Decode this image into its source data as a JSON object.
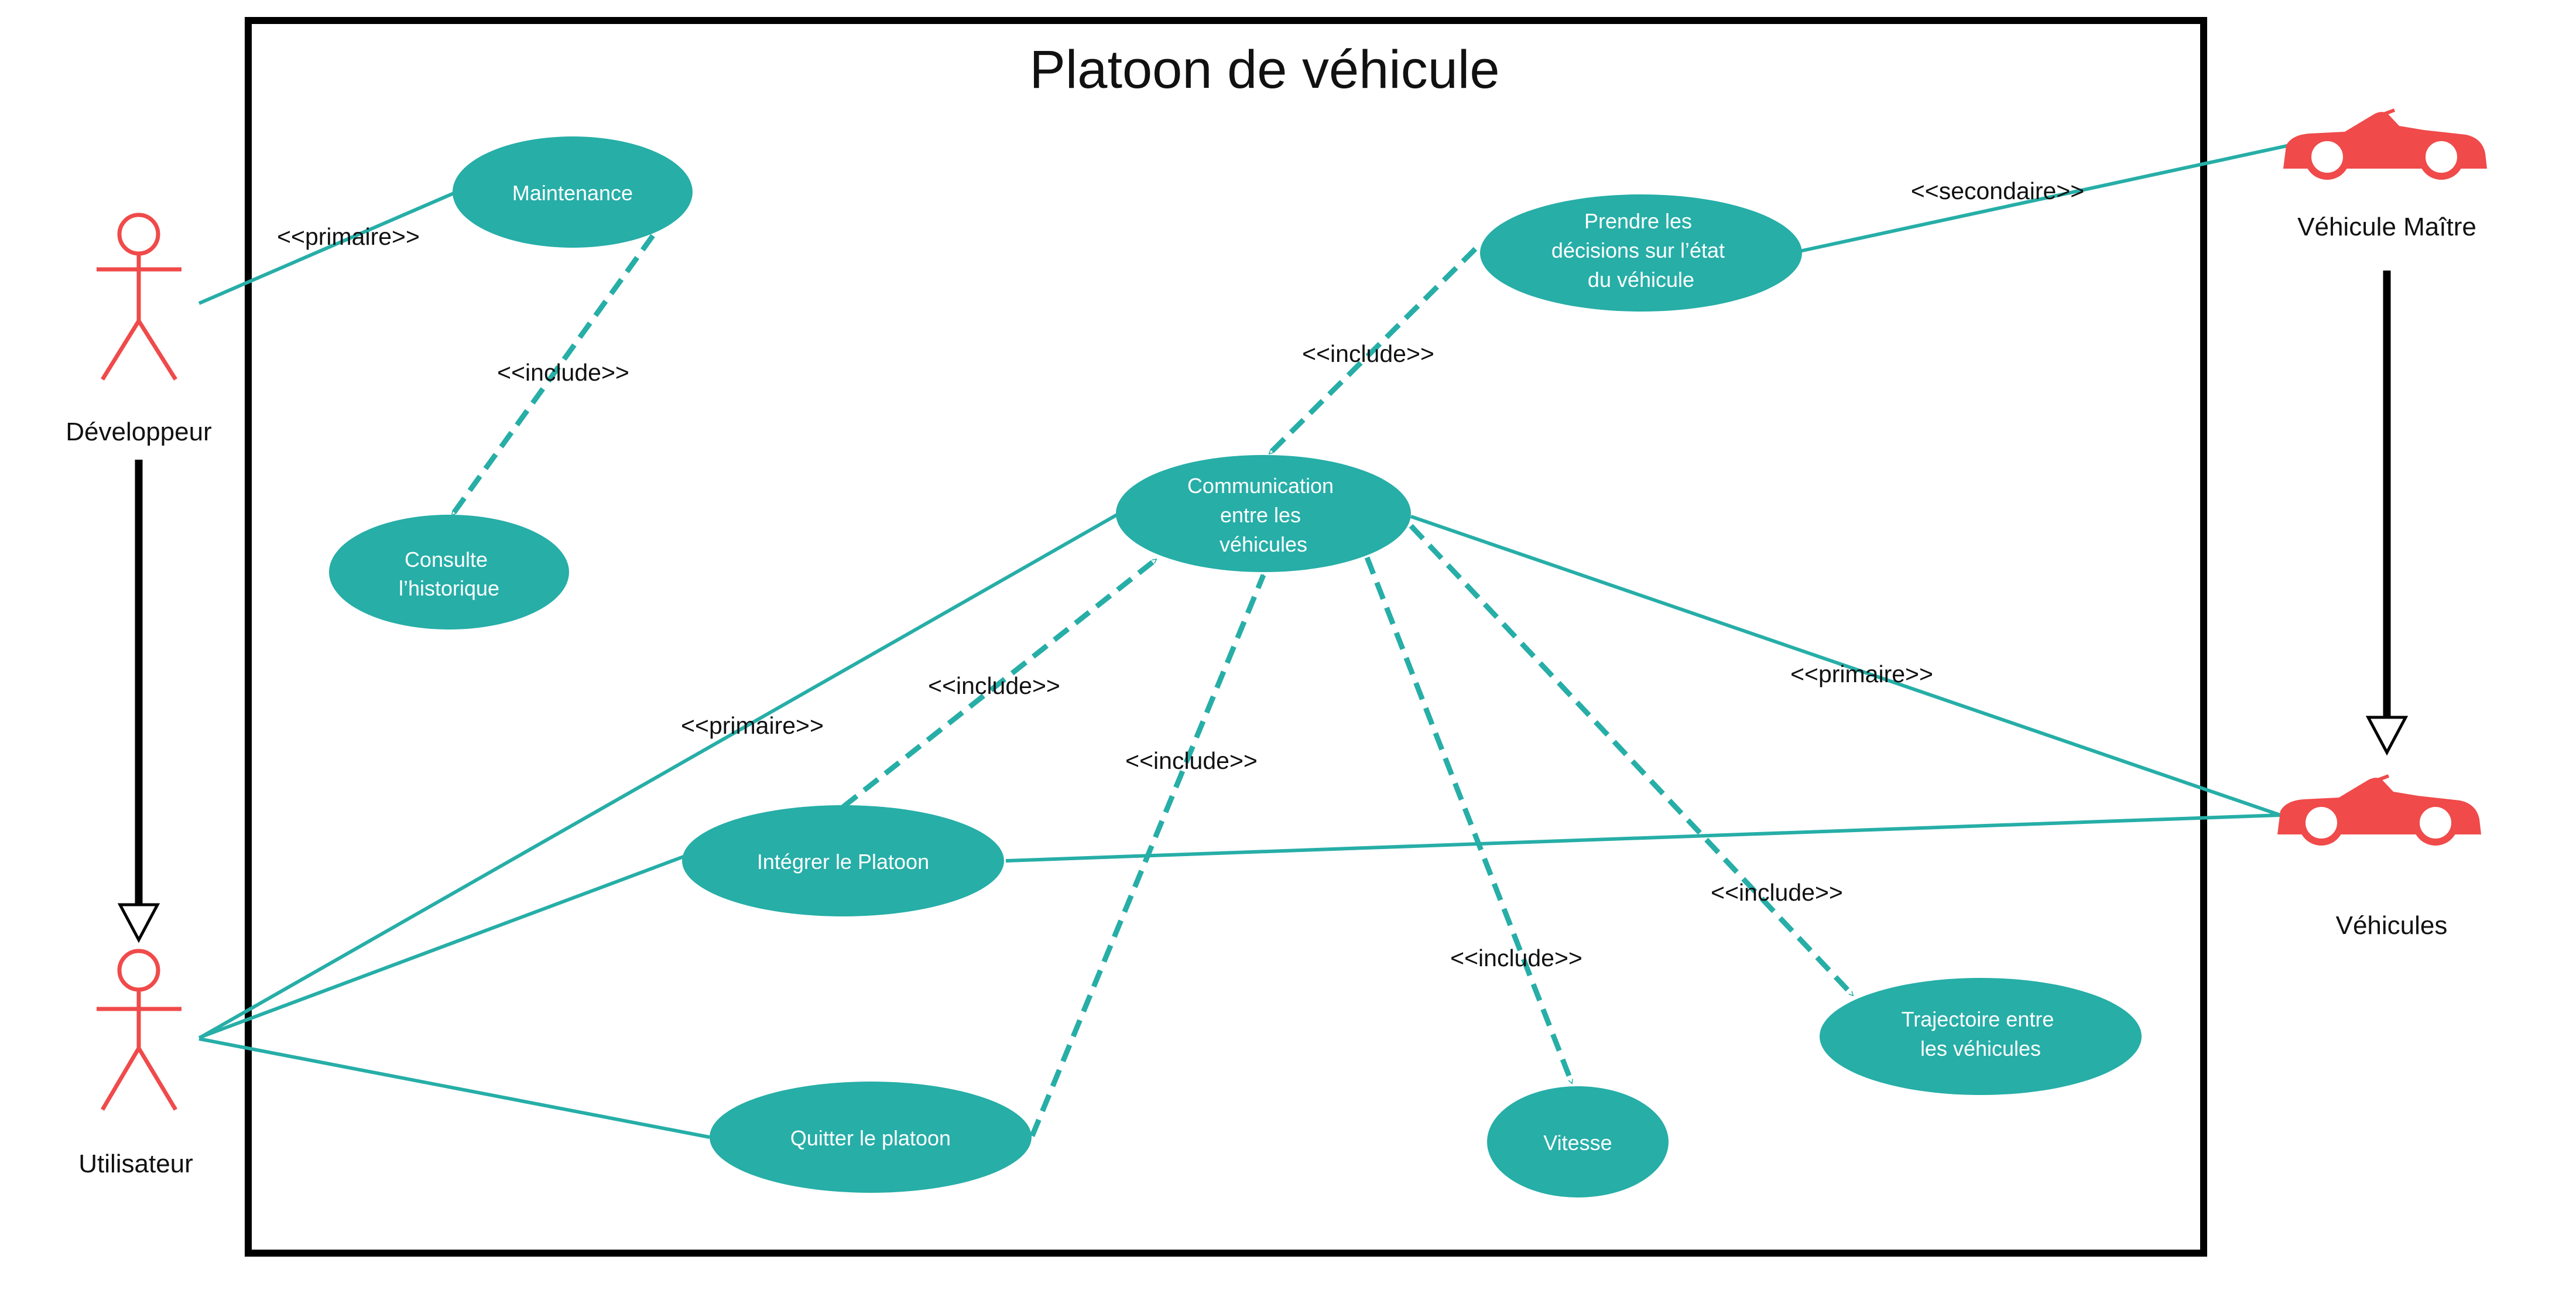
{
  "title": "Platoon de véhicule",
  "colors": {
    "usecase": "#26aea7",
    "actor": "#f04a4a",
    "boundary": "#000000",
    "text": "#111111"
  },
  "actors": {
    "developer": "Développeur",
    "user": "Utilisateur",
    "master_vehicle": "Véhicule Maître",
    "vehicles": "Véhicules"
  },
  "usecases": {
    "maintenance": [
      "Maintenance"
    ],
    "history": [
      "Consulte",
      "l’historique"
    ],
    "decisions": [
      "Prendre les",
      "décisions sur l’état",
      "du véhicule"
    ],
    "communication": [
      "Communication",
      "entre les",
      "véhicules"
    ],
    "integrate": [
      "Intégrer le Platoon"
    ],
    "quit": [
      "Quitter le platoon"
    ],
    "speed": [
      "Vitesse"
    ],
    "trajectory": [
      "Trajectoire entre",
      "les véhicules"
    ]
  },
  "labels": {
    "primary_dev": "<<primaire>>",
    "include_maint": "<<include>>",
    "secondary": "<<secondaire>>",
    "include_decisions": "<<include>>",
    "include_integrate": "<<include>>",
    "include_quit": "<<include>>",
    "primary_user": "<<primaire>>",
    "primary_vehicles": "<<primaire>>",
    "include_speed": "<<include>>",
    "include_trajectory": "<<include>>"
  }
}
